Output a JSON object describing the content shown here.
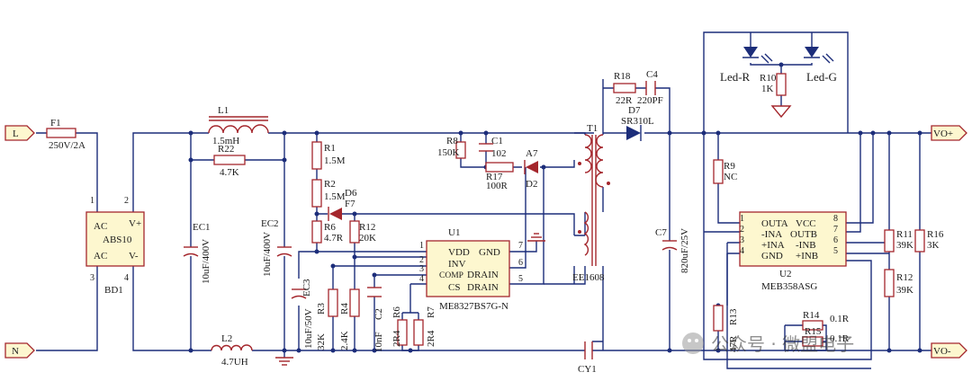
{
  "nets": {
    "line": "L",
    "neutral": "N",
    "vout_pos": "VO+",
    "vout_neg": "VO-"
  },
  "components": {
    "F1": {
      "ref": "F1",
      "value": "250V/2A"
    },
    "BD1": {
      "ref": "BD1",
      "part": "ABS10",
      "ac1": "AC",
      "ac2": "AC",
      "vpos": "V+",
      "vneg": "V-",
      "pin1": "1",
      "pin2": "2",
      "pin3": "3",
      "pin4": "4"
    },
    "L1": {
      "ref": "L1",
      "value": "1.5mH"
    },
    "R22": {
      "ref": "R22",
      "value": "4.7K"
    },
    "EC1": {
      "ref": "EC1",
      "value": "10uF/400V"
    },
    "EC2": {
      "ref": "EC2",
      "value": "10uF/400V"
    },
    "L2": {
      "ref": "L2",
      "value": "4.7UH"
    },
    "R1": {
      "ref": "R1",
      "value": "1.5M"
    },
    "R2": {
      "ref": "R2",
      "value": "1.5M"
    },
    "D6": {
      "ref": "D6"
    },
    "F7": {
      "ref": "F7"
    },
    "R6a": {
      "ref": "R6",
      "value": "4.7R"
    },
    "R12a": {
      "ref": "R12",
      "value": "20K"
    },
    "EC3": {
      "ref": "EC3",
      "value": "10uF/50V"
    },
    "R3": {
      "ref": "R3",
      "value": "32K"
    },
    "R4": {
      "ref": "R4",
      "value": "2.4K"
    },
    "C2": {
      "ref": "C2",
      "value": "10nF"
    },
    "R6b": {
      "ref": "R6",
      "value": "2R4"
    },
    "R7": {
      "ref": "R7",
      "value": "2R4"
    },
    "U1": {
      "ref": "U1",
      "part": "ME8327BS7G-N",
      "p1": "VDD",
      "p2": "INV",
      "p3": "COMP",
      "p4": "CS",
      "p8": "GND",
      "p6": "DRAIN",
      "p5": "DRAIN",
      "n1": "1",
      "n2": "2",
      "n3": "3",
      "n4": "4",
      "n5": "5",
      "n6": "6",
      "n7": "7"
    },
    "R8": {
      "ref": "R8",
      "value": "150K"
    },
    "C1": {
      "ref": "C1",
      "value": "102"
    },
    "R17": {
      "ref": "R17",
      "value": "100R"
    },
    "A7": {
      "ref": "A7"
    },
    "D2": {
      "ref": "D2"
    },
    "T1": {
      "ref": "T1",
      "part": "EE1608"
    },
    "R18": {
      "ref": "R18",
      "value": "22R"
    },
    "C4": {
      "ref": "C4",
      "value": "220PF"
    },
    "D7": {
      "ref": "D7",
      "part": "SR310L"
    },
    "C7": {
      "ref": "C7",
      "value": "820uF/25V"
    },
    "CY1": {
      "ref": "CY1"
    },
    "LEDR": {
      "label": "Led-R"
    },
    "LEDG": {
      "label": "Led-G"
    },
    "R10": {
      "ref": "R10",
      "value": "1K"
    },
    "R9": {
      "ref": "R9",
      "value": "NC"
    },
    "U2": {
      "ref": "U2",
      "part": "MEB358ASG",
      "l1": "OUTA",
      "l2": "-INA",
      "l3": "+INA",
      "l4": "GND",
      "r8": "VCC",
      "r7": "OUTB",
      "r6": "-INB",
      "r5": "+INB",
      "n1": "1",
      "n2": "2",
      "n3": "3",
      "n4": "4",
      "n5": "5",
      "n6": "6",
      "n7": "7",
      "n8": "8"
    },
    "R11": {
      "ref": "R11",
      "value": "39K"
    },
    "R12b": {
      "ref": "R12",
      "value": "39K"
    },
    "R16": {
      "ref": "R16",
      "value": "3K"
    },
    "R13": {
      "ref": "R13",
      "value": "47R"
    },
    "R14": {
      "ref": "R14",
      "value": "0.1R"
    },
    "R15": {
      "ref": "R15",
      "value": "0.1R"
    }
  },
  "watermark": "公众号 · 微盟电子"
}
